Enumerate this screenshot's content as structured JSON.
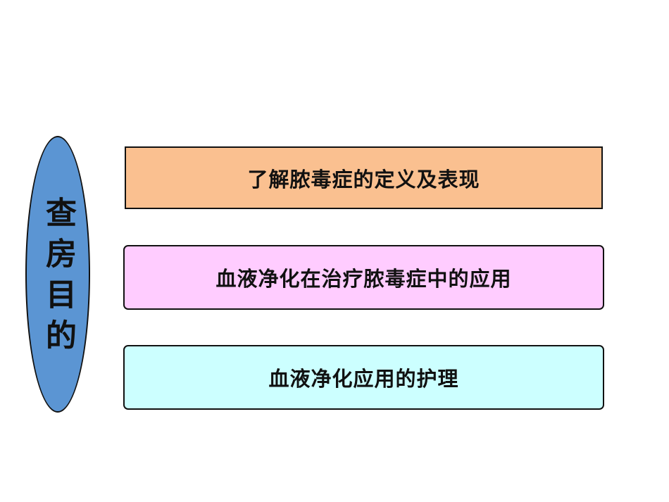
{
  "ellipse": {
    "title": "查房目的",
    "fill_color": "#5b95d3"
  },
  "boxes": [
    {
      "label": "了解脓毒症的定义及表现",
      "fill_color": "#fac090"
    },
    {
      "label": "血液净化在治疗脓毒症中的应用",
      "fill_color": "#ffccff"
    },
    {
      "label": "血液净化应用的护理",
      "fill_color": "#ccffff"
    }
  ]
}
